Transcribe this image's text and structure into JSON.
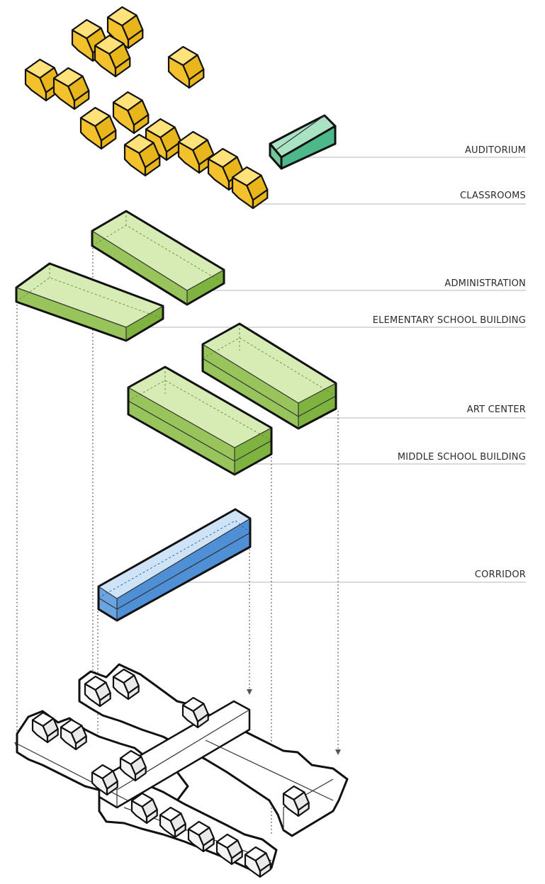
{
  "labels": {
    "auditorium": "AUDITORIUM",
    "classrooms": "CLASSROOMS",
    "administration": "ADMINISTRATION",
    "elementary": "ELEMENTARY SCHOOL BUILDING",
    "art_center": "ART CENTER",
    "middle_school": "MIDDLE SCHOOL BUILDING",
    "corridor": "CORRIDOR"
  },
  "colors": {
    "classroom_top": "#ffe27a",
    "classroom_left": "#f3c12b",
    "classroom_right": "#e8b51a",
    "auditorium_top": "#a9e3c4",
    "auditorium_front": "#4db98a",
    "green_top": "#d7ebb5",
    "green_side": "#97c55c",
    "green_front": "#7eb33f",
    "corridor_top": "#cfe3f7",
    "corridor_front": "#4e8fd6",
    "corridor_side": "#3a77c0"
  }
}
